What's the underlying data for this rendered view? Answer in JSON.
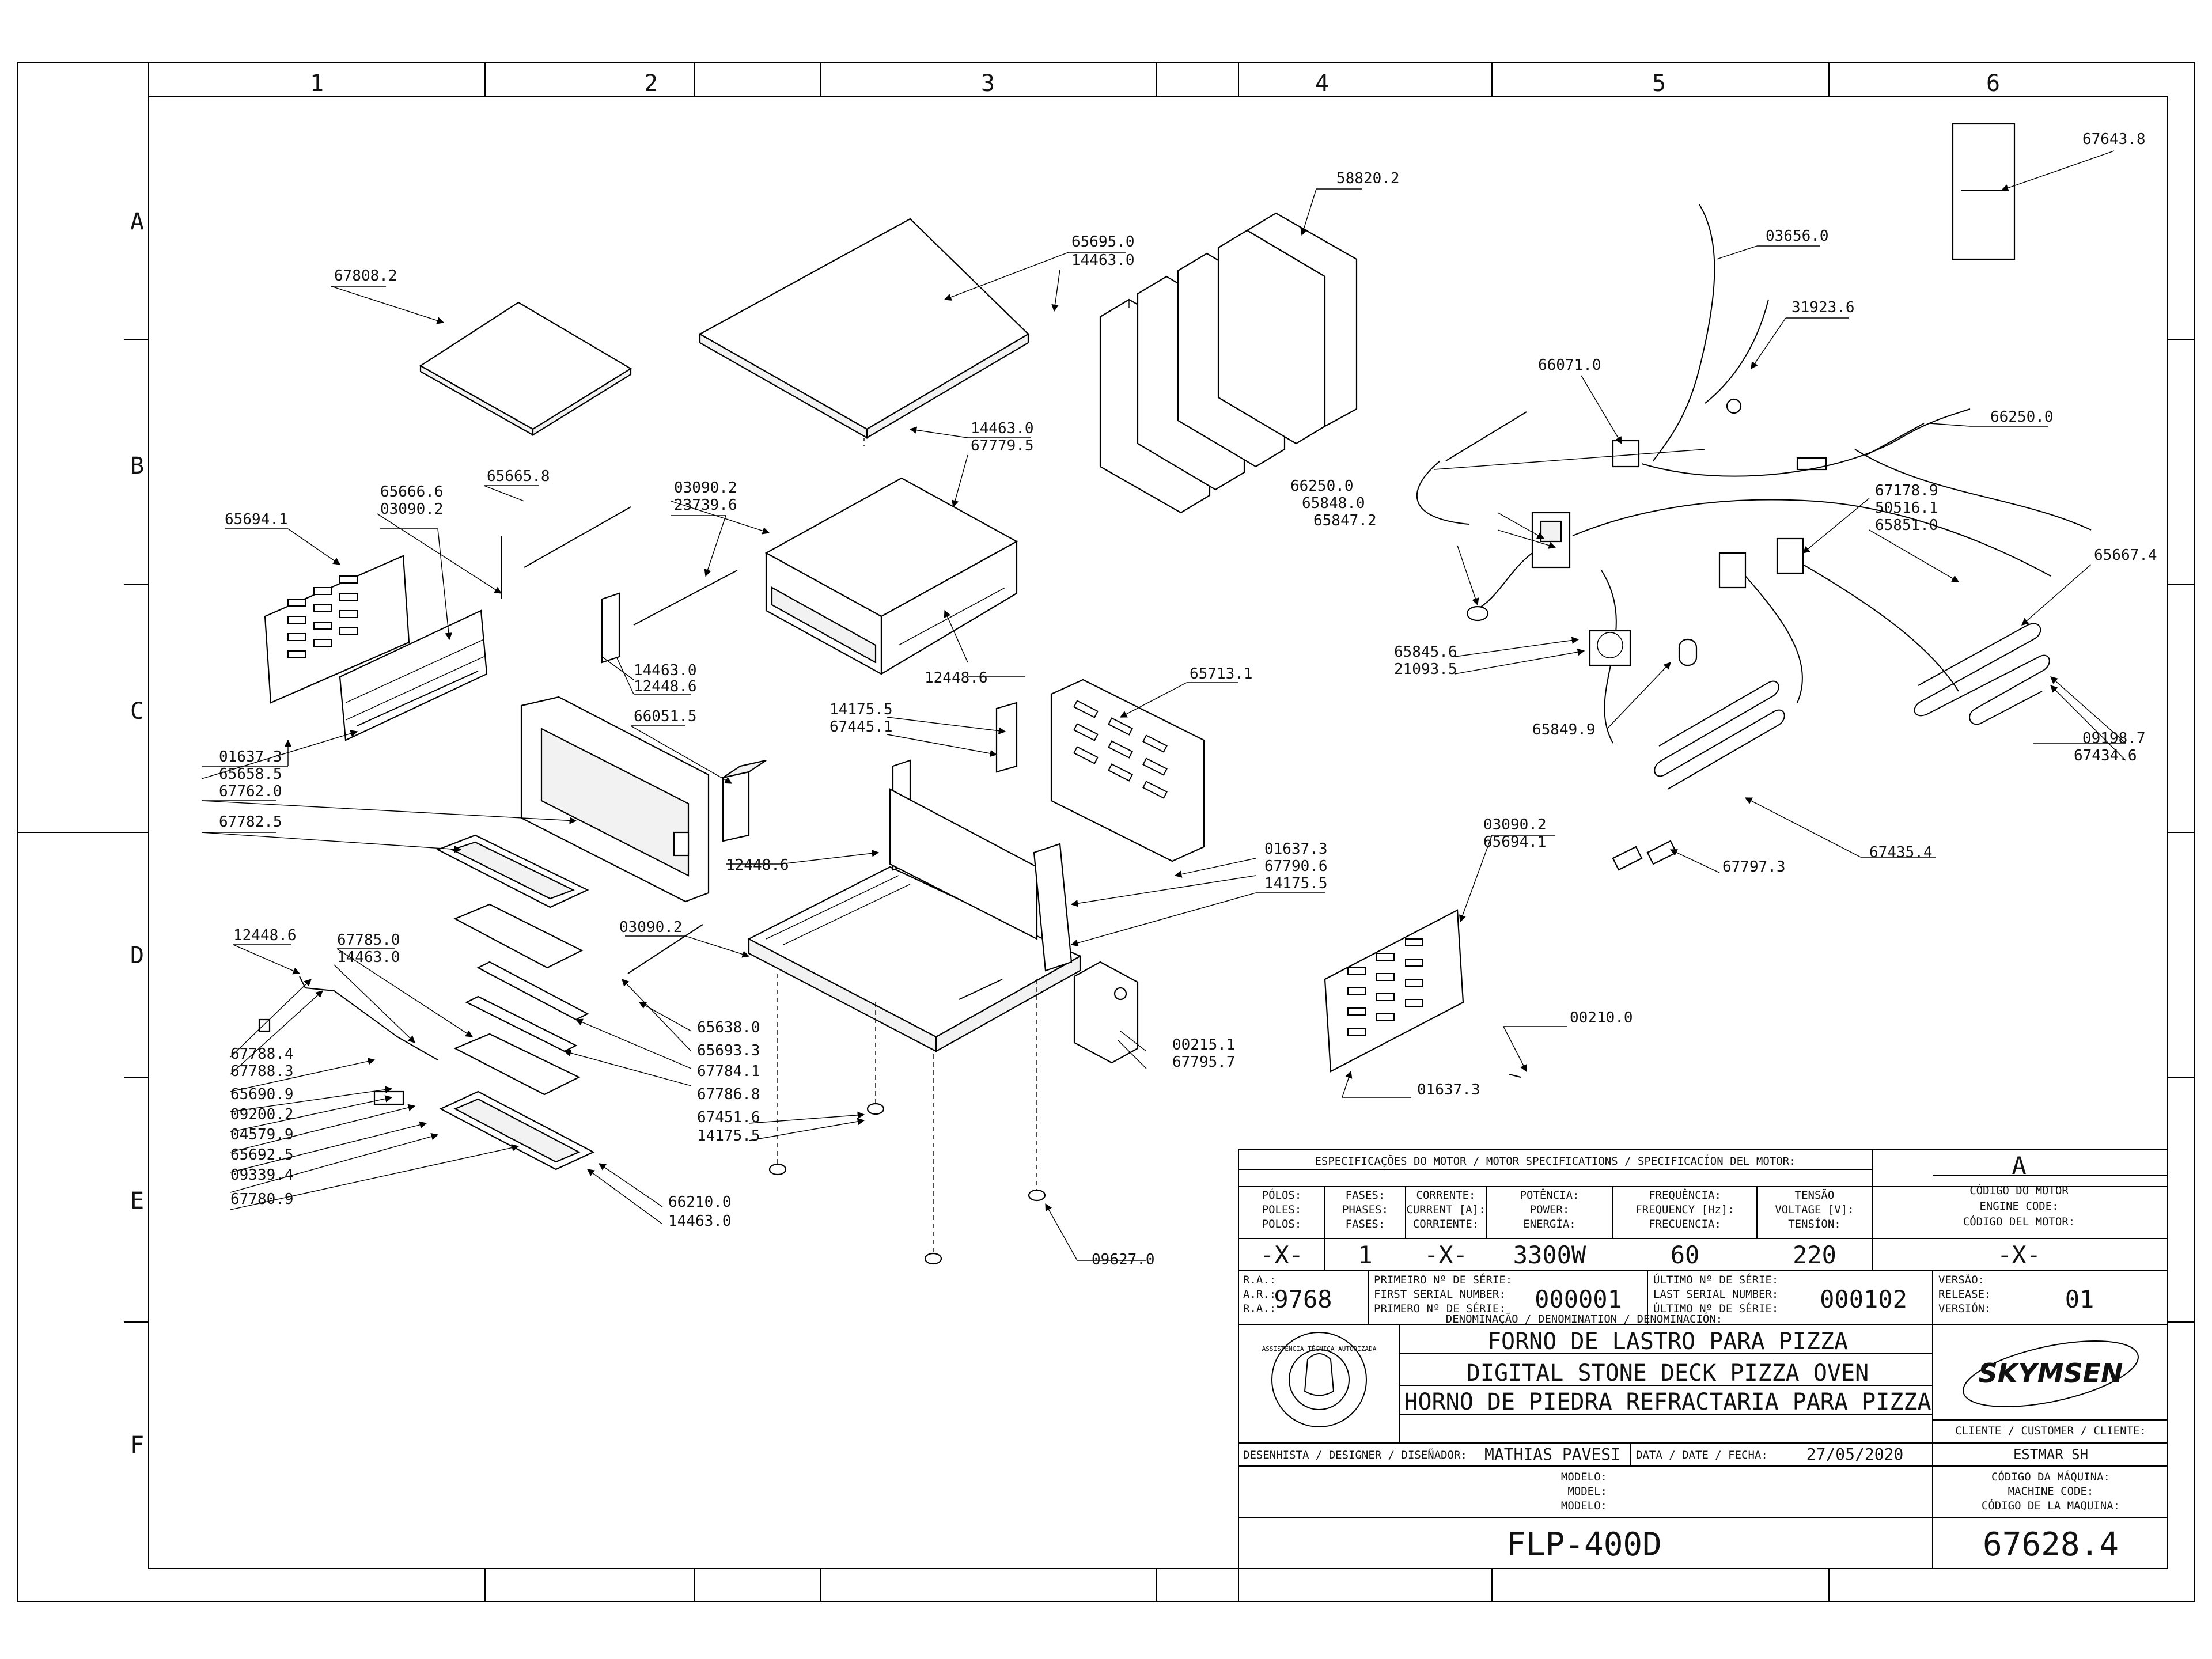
{
  "grid": {
    "columns": [
      "1",
      "2",
      "3",
      "4",
      "5",
      "6"
    ],
    "rows": [
      "A",
      "B",
      "C",
      "D",
      "E",
      "F"
    ]
  },
  "parts": {
    "p67643_8": "67643.8",
    "p58820_2": "58820.2",
    "p65695_0": "65695.0",
    "p14463_0a": "14463.0",
    "p67808_2": "67808.2",
    "p03656_0": "03656.0",
    "p31923_6": "31923.6",
    "p66071_0": "66071.0",
    "p66250_0a": "66250.0",
    "p14463_0b": "14463.0",
    "p67779_5": "67779.5",
    "p65665_8": "65665.8",
    "p65666_6": "65666.6",
    "p03090_2a": "03090.2",
    "p65694_1a": "65694.1",
    "p03090_2b": "03090.2",
    "p23739_6": "23739.6",
    "p66250_0b": "66250.0",
    "p65848_0": "65848.0",
    "p65847_2": "65847.2",
    "p67178_9": "67178.9",
    "p50516_1": "50516.1",
    "p65851_0": "65851.0",
    "p65667_4": "65667.4",
    "p14463_0c": "14463.0",
    "p12448_6a": "12448.6",
    "p12448_6b": "12448.6",
    "p65845_6": "65845.6",
    "p21093_5": "21093.5",
    "p65713_1": "65713.1",
    "p14175_5a": "14175.5",
    "p67445_1": "67445.1",
    "p66051_5": "66051.5",
    "p01637_3a": "01637.3",
    "p65658_5": "65658.5",
    "p67762_0": "67762.0",
    "p67782_5": "67782.5",
    "p65849_9": "65849.9",
    "p09198_7": "09198.7",
    "p67434_6": "67434.6",
    "p03090_2c": "03090.2",
    "p65694_1b": "65694.1",
    "p67797_3": "67797.3",
    "p67435_4": "67435.4",
    "p12448_6c": "12448.6",
    "p01637_3b": "01637.3",
    "p67790_6": "67790.6",
    "p14175_5b": "14175.5",
    "p03090_2d": "03090.2",
    "p12448_6d": "12448.6",
    "p67785_0": "67785.0",
    "p14463_0d": "14463.0",
    "p67788_4": "67788.4",
    "p67788_3": "67788.3",
    "p65690_9": "65690.9",
    "p09200_2": "09200.2",
    "p04579_9": "04579.9",
    "p65692_5": "65692.5",
    "p09339_4": "09339.4",
    "p67780_9": "67780.9",
    "p65638_0": "65638.0",
    "p65693_3": "65693.3",
    "p67784_1": "67784.1",
    "p67786_8": "67786.8",
    "p67451_6": "67451.6",
    "p14175_5c": "14175.5",
    "p00215_1": "00215.1",
    "p67795_7": "67795.7",
    "p00210_0": "00210.0",
    "p01637_3c": "01637.3",
    "p66210_0": "66210.0",
    "p14463_0e": "14463.0",
    "p09627_0": "09627.0"
  },
  "title_block": {
    "motor_specs_title": "ESPECIFICAÇÕES DO MOTOR / MOTOR SPECIFICATIONS / SPECIFICACÍON DEL MOTOR:",
    "rev_letter": "A",
    "motor_code_header": [
      "CÓDIGO DO MOTOR",
      "ENGINE CODE:",
      "CÓDIGO DEL MOTOR:"
    ],
    "spec_headers": [
      [
        "PÓLOS:",
        "POLES:",
        "POLOS:"
      ],
      [
        "FASES:",
        "PHASES:",
        "FASES:"
      ],
      [
        "CORRENTE:",
        "CURRENT [A]:",
        "CORRIENTE:"
      ],
      [
        "POTÊNCIA:",
        "POWER:",
        "ENERGÍA:"
      ],
      [
        "FREQUÊNCIA:",
        "FREQUENCY [Hz]:",
        "FRECUENCIA:"
      ],
      [
        "TENSÃO",
        "VOLTAGE [V]:",
        "TENSÍON:"
      ]
    ],
    "spec_values": [
      "-X-",
      "1",
      "-X-",
      "3300W",
      "60",
      "220"
    ],
    "motor_code_value": "-X-",
    "ra_labels": [
      "R.A.:",
      "A.R.:",
      "R.A.:"
    ],
    "ra_value": "9768",
    "first_serial_labels": [
      "PRIMEIRO Nº DE SÉRIE:",
      "FIRST SERIAL NUMBER:",
      "PRIMERO Nº DE SÉRIE:"
    ],
    "first_serial_value": "000001",
    "last_serial_labels": [
      "ÚLTIMO Nº DE SÉRIE:",
      "LAST SERIAL NUMBER:",
      "ÚLTIMO Nº DE SÉRIE:"
    ],
    "last_serial_value": "000102",
    "version_labels": [
      "VERSÃO:",
      "RELEASE:",
      "VERSIÓN:"
    ],
    "version_value": "01",
    "denomination_label": "DENOMINAÇÃO / DENOMINATION / DENOMINACIÓN:",
    "title_pt": "FORNO DE LASTRO PARA PIZZA",
    "title_en": "DIGITAL STONE DECK PIZZA OVEN",
    "title_es": "HORNO DE PIEDRA REFRACTARIA PARA PIZZA",
    "brand": "SKYMSEN",
    "seal_text": "ASSISTÊNCIA TÉCNICA AUTORIZADA",
    "client_label": "CLIENTE / CUSTOMER / CLIENTE:",
    "client_value": "ESTMAR SH",
    "designer_label": "DESENHISTA / DESIGNER / DISEÑADOR:",
    "designer_value": "MATHIAS PAVESI",
    "date_label": "DATA / DATE / FECHA:",
    "date_value": "27/05/2020",
    "model_labels": [
      "MODELO:",
      "MODEL:",
      "MODELO:"
    ],
    "machine_code_labels": [
      "CÓDIGO DA MÁQUINA:",
      "MACHINE CODE:",
      "CÓDIGO DE LA MAQUINA:"
    ],
    "model_value": "FLP-400D",
    "machine_code_value": "67628.4"
  },
  "colors": {
    "line": "#000000",
    "background": "#ffffff"
  }
}
